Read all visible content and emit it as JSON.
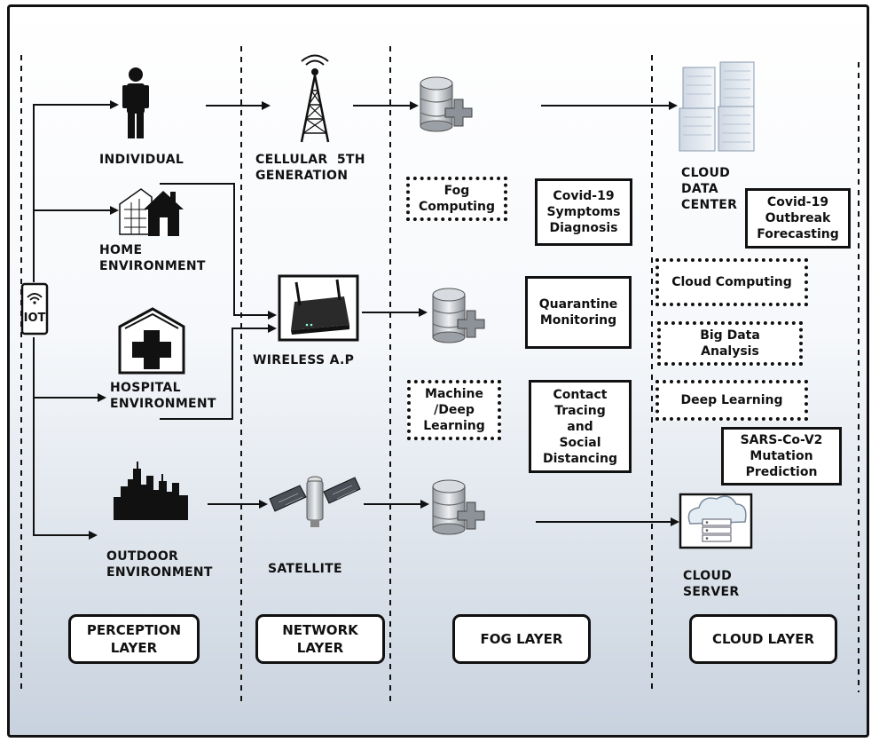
{
  "perception": {
    "individual": "INDIVIDUAL",
    "home": "HOME\nENVIRONMENT",
    "hospital": "HOSPITAL\nENVIRONMENT",
    "outdoor": "OUTDOOR\nENVIRONMENT",
    "iot_icon_text": "IOT",
    "layer_label": "PERCEPTION\nLAYER"
  },
  "network": {
    "cellular": "CELLULAR  5TH\nGENERATION",
    "wireless": "WIRELESS A.P",
    "satellite": "SATELLITE",
    "layer_label": "NETWORK\nLAYER"
  },
  "fog": {
    "fog_computing": "Fog\nComputing",
    "covid_diagnosis": "Covid-19\nSymptoms\nDiagnosis",
    "quarantine": "Quarantine\nMonitoring",
    "machine_learning": "Machine\n/Deep\nLearning",
    "contact_tracing": "Contact\nTracing\nand\nSocial\nDistancing",
    "layer_label": "FOG LAYER"
  },
  "cloud": {
    "data_center": "CLOUD\nDATA\nCENTER",
    "outbreak": "Covid-19\nOutbreak\nForecasting",
    "cloud_computing": "Cloud Computing",
    "big_data": "Big Data\nAnalysis",
    "deep_learning": "Deep Learning",
    "mutation": "SARS-Co-V2\nMutation\nPrediction",
    "server": "CLOUD\nSERVER",
    "layer_label": "CLOUD LAYER"
  },
  "icons": {
    "person": "person-icon",
    "house": "house-icon",
    "hospital": "hospital-icon",
    "city": "city-skyline-icon",
    "tower": "cell-tower-icon",
    "router": "wireless-router-icon",
    "satellite": "satellite-icon",
    "fog_node": "fog-database-icon",
    "data_center": "server-rack-icon",
    "cloud_server": "cloud-server-icon",
    "iot": "iot-device-icon"
  },
  "colors": {
    "ink": "#111111",
    "background_top": "#ffffff",
    "background_bottom": "#c8d2de"
  }
}
